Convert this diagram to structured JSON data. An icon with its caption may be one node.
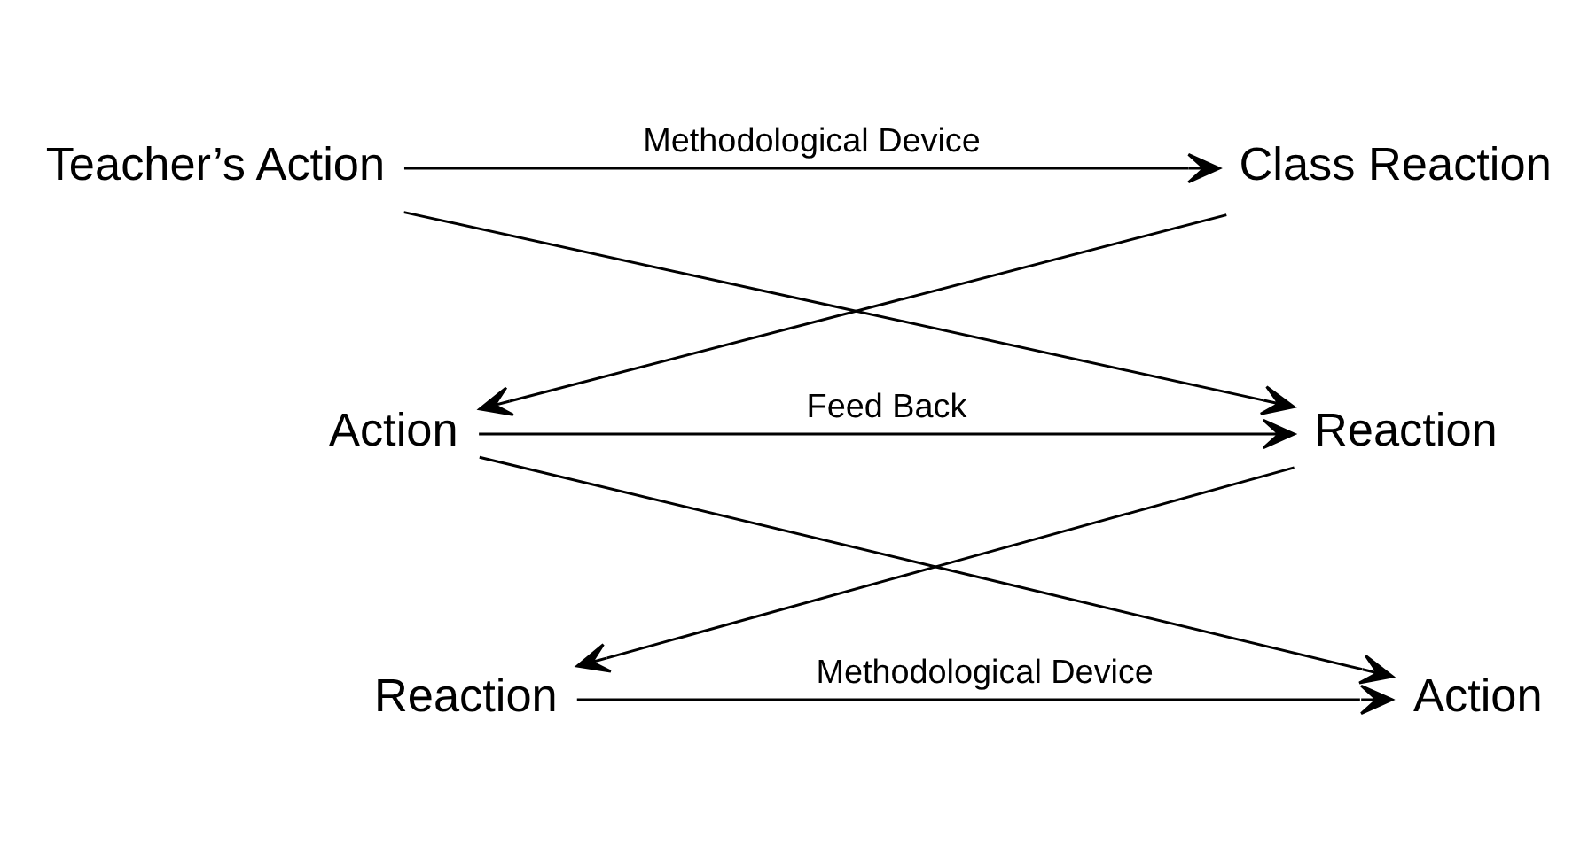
{
  "diagram": {
    "nodes": [
      {
        "text": [
          "Teacher’s Action"
        ]
      },
      {
        "text": [
          "Class Reaction"
        ]
      },
      {
        "text": [
          "Reaction"
        ]
      },
      {
        "text": [
          "Action"
        ]
      },
      {
        "text": [
          "Reaction"
        ]
      },
      {
        "text": [
          "Action"
        ]
      }
    ],
    "edges": [
      {
        "from": 0,
        "to": 1,
        "arrow": "to",
        "label": "Methodological Device"
      },
      {
        "from": 0,
        "to": 2,
        "arrow": "to"
      },
      {
        "from": 1,
        "to": 3,
        "arrow": "to"
      },
      {
        "from": 3,
        "to": 2,
        "arrow": "to",
        "label": "Feed Back"
      },
      {
        "from": 2,
        "to": 4,
        "arrow": "to"
      },
      {
        "from": 3,
        "to": 5,
        "arrow": "to"
      },
      {
        "from": 4,
        "to": 5,
        "arrow": "to",
        "label": "Methodological Device"
      }
    ]
  }
}
